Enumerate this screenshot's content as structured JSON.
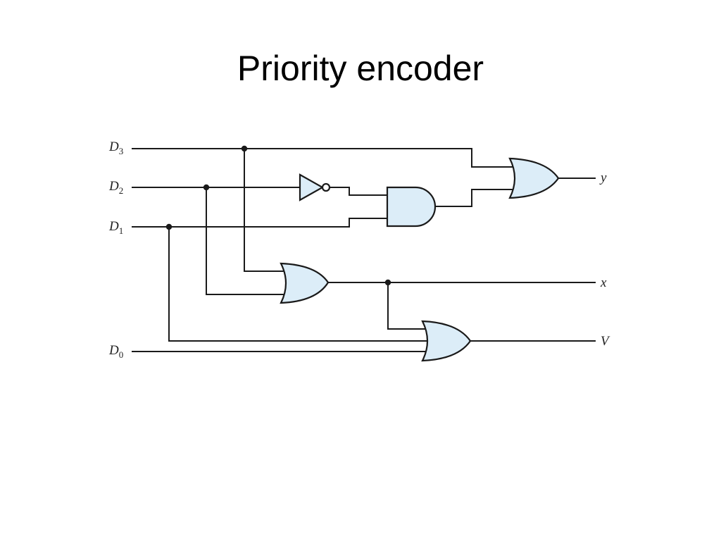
{
  "title": "Priority encoder",
  "diagram": {
    "inputs": [
      {
        "letter": "D",
        "index": "3"
      },
      {
        "letter": "D",
        "index": "2"
      },
      {
        "letter": "D",
        "index": "1"
      },
      {
        "letter": "D",
        "index": "0"
      }
    ],
    "outputs": [
      "y",
      "x",
      "V"
    ],
    "colors": {
      "gate_fill": "#dcedf8",
      "wire": "#1a1a1a"
    },
    "gates": [
      {
        "id": "inverter",
        "type": "NOT"
      },
      {
        "id": "and-gate",
        "type": "AND"
      },
      {
        "id": "or-gate-y",
        "type": "OR"
      },
      {
        "id": "or-gate-x",
        "type": "OR"
      },
      {
        "id": "or-gate-v",
        "type": "OR"
      }
    ]
  }
}
